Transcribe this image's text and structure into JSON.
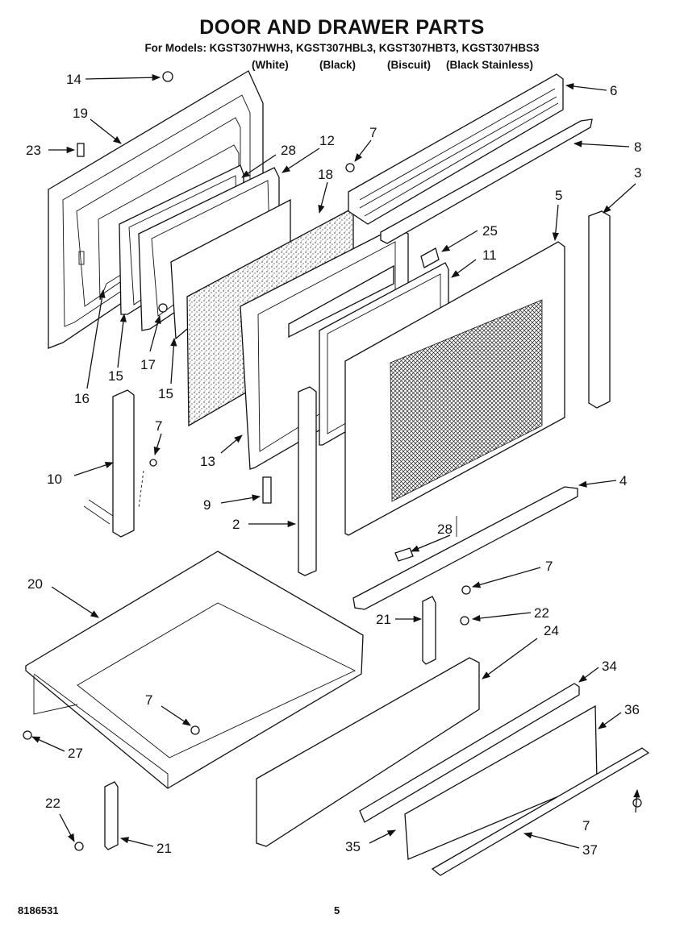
{
  "header": {
    "title": "DOOR AND DRAWER PARTS",
    "models": "For Models: KGST307HWH3, KGST307HBL3, KGST307HBT3, KGST307HBS3",
    "finishes": [
      "(White)",
      "(Black)",
      "(Biscuit)",
      "(Black Stainless)"
    ]
  },
  "callouts": {
    "c14": "14",
    "c19": "19",
    "c23": "23",
    "c28a": "28",
    "c12": "12",
    "c7a": "7",
    "c6": "6",
    "c8": "8",
    "c3": "3",
    "c18": "18",
    "c5": "5",
    "c25": "25",
    "c11": "11",
    "c16": "16",
    "c15a": "15",
    "c17": "17",
    "c15b": "15",
    "c10": "10",
    "c7b": "7",
    "c13": "13",
    "c9": "9",
    "c2": "2",
    "c4": "4",
    "c28b": "28",
    "c20": "20",
    "c7c": "7",
    "c21a": "21",
    "c22a": "22",
    "c24": "24",
    "c7d": "7",
    "c34": "34",
    "c36": "36",
    "c27": "27",
    "c22b": "22",
    "c21b": "21",
    "c35": "35",
    "c7e": "7",
    "c37": "37"
  },
  "footer": {
    "doc_number": "8186531",
    "page_number": "5"
  }
}
